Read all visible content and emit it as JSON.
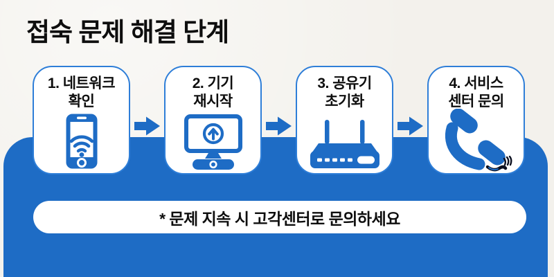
{
  "title": "접숙 문제 해결 단계",
  "steps": [
    {
      "line1": "1. 네트워크",
      "line2": "확인",
      "icon": "smartphone-wifi-icon"
    },
    {
      "line1": "2. 기기",
      "line2": "재시작",
      "icon": "monitor-restart-icon"
    },
    {
      "line1": "3. 공유기",
      "line2": "초기화",
      "icon": "router-icon"
    },
    {
      "line1": "4. 서비스",
      "line2": "센터 문의",
      "icon": "phone-handset-icon"
    }
  ],
  "footer": {
    "note": "* 문제 지속 시 고각센터로 문의하세요"
  },
  "colors": {
    "primary_blue": "#1e6cc5",
    "card_border_blue": "#2e7ed8",
    "background": "#f3f1ec",
    "text": "#0e0e0e",
    "cord_dark": "#0c1020"
  }
}
